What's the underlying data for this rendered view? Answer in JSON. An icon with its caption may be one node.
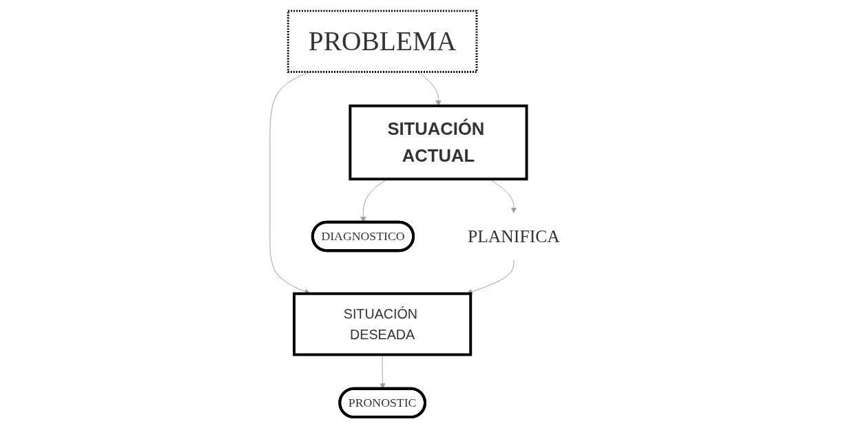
{
  "diagram": {
    "nodes": [
      {
        "text": [
          "PROBLEMA"
        ]
      },
      {
        "text": [
          "SITUACIÓN ACTUAL"
        ]
      },
      {
        "text": [
          "PLANIFICA"
        ]
      },
      {
        "text": [
          "SITUACIÓN DESEADA"
        ]
      },
      {
        "text": [
          "DIAGNOSTICO"
        ]
      },
      {
        "text": [
          "PRONOSTIC"
        ]
      }
    ],
    "edges": [
      {
        "from": 0,
        "to": 1,
        "arrow": "to"
      },
      {
        "from": 0,
        "to": 3,
        "arrow": "to"
      },
      {
        "from": 1,
        "to": 2,
        "arrow": "to"
      },
      {
        "from": 2,
        "to": 3,
        "arrow": "to"
      },
      {
        "from": 1,
        "to": 4,
        "arrow": "to"
      },
      {
        "from": 3,
        "to": 5,
        "arrow": "to"
      }
    ]
  }
}
